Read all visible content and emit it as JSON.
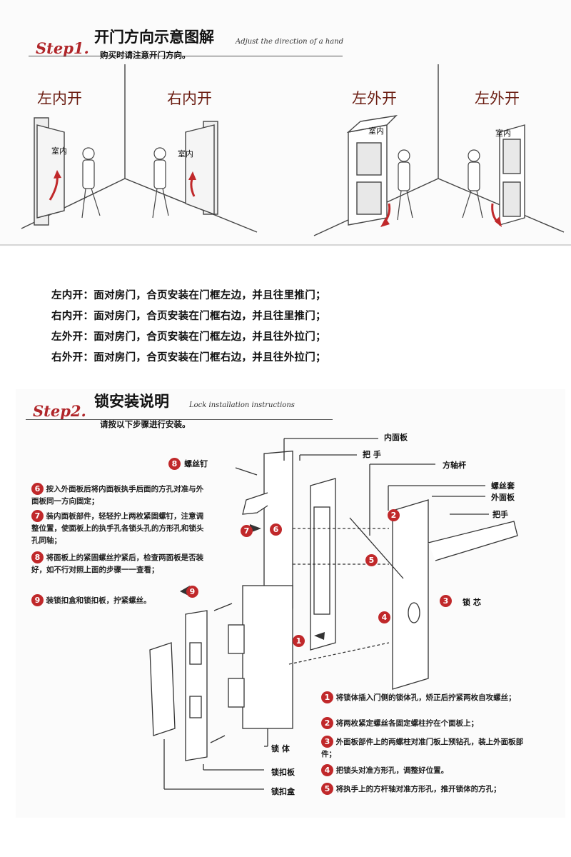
{
  "step1": {
    "label": "Step1.",
    "title": "开门方向示意图解",
    "subtitle_en": "Adjust the direction of a hand",
    "hint": "购买时请注意开门方向。",
    "doors": [
      {
        "label": "左内开",
        "room": "室内"
      },
      {
        "label": "右内开",
        "room": "室内"
      },
      {
        "label": "左外开",
        "room": "室内"
      },
      {
        "label": "左外开",
        "room": "室内"
      }
    ],
    "descriptions": [
      "左内开：面对房门，合页安装在门框左边，并且往里推门；",
      "右内开：面对房门，合页安装在门框右边，并且往里推门；",
      "左外开：面对房门，合页安装在门框左边，并且往外拉门；",
      "右外开：面对房门，合页安装在门框右边，并且往外拉门；"
    ]
  },
  "step2": {
    "label": "Step2.",
    "title": "锁安装说明",
    "subtitle_en": "Lock installation instructions",
    "hint": "请按以下步骤进行安装。",
    "left_steps": [
      {
        "num": "8",
        "text": "螺丝钉"
      },
      {
        "num": "6",
        "text": "按入外面板后将内面板执手后面的方孔对准与外面板同一方向固定；"
      },
      {
        "num": "7",
        "text": "装内面板部件，轻轻拧上两枚紧固螺钉，注意调整位置，使面板上的执手孔各锁头孔的方形孔和锁头孔同轴；"
      },
      {
        "num": "8",
        "text": "将面板上的紧固螺丝拧紧后，检查两面板是否装好，如不行对照上面的步骤一一查看；"
      },
      {
        "num": "9",
        "text": "装锁扣盒和锁扣板，拧紧螺丝。"
      }
    ],
    "parts": {
      "inner_panel": "内面板",
      "handle_top": "把  手",
      "square_shaft": "方轴杆",
      "screw_sleeve": "螺丝套",
      "outer_panel": "外面板",
      "handle_right": "把手",
      "lock_core": "锁 芯",
      "lock_body": "锁 体",
      "strike_plate": "锁扣板",
      "strike_box": "锁扣盒"
    },
    "diagram_badges": [
      "6",
      "7",
      "9",
      "1",
      "2",
      "5",
      "4",
      "3"
    ],
    "right_steps": [
      {
        "num": "1",
        "text": "将锁体插入门侧的锁体孔，矫正后拧紧两枚自攻螺丝；"
      },
      {
        "num": "2",
        "text": "将两枚紧定螺丝各固定螺柱拧在个面板上；"
      },
      {
        "num": "3",
        "text": "外面板部件上的两螺柱对准门板上预钻孔，装上外面板部件；"
      },
      {
        "num": "4",
        "text": "把锁头对准方形孔，调整好位置。"
      },
      {
        "num": "5",
        "text": "将执手上的方杆轴对准方形孔，推开锁体的方孔；"
      }
    ],
    "colors": {
      "accent": "#c0282a",
      "door_label": "#6b1d12"
    }
  }
}
